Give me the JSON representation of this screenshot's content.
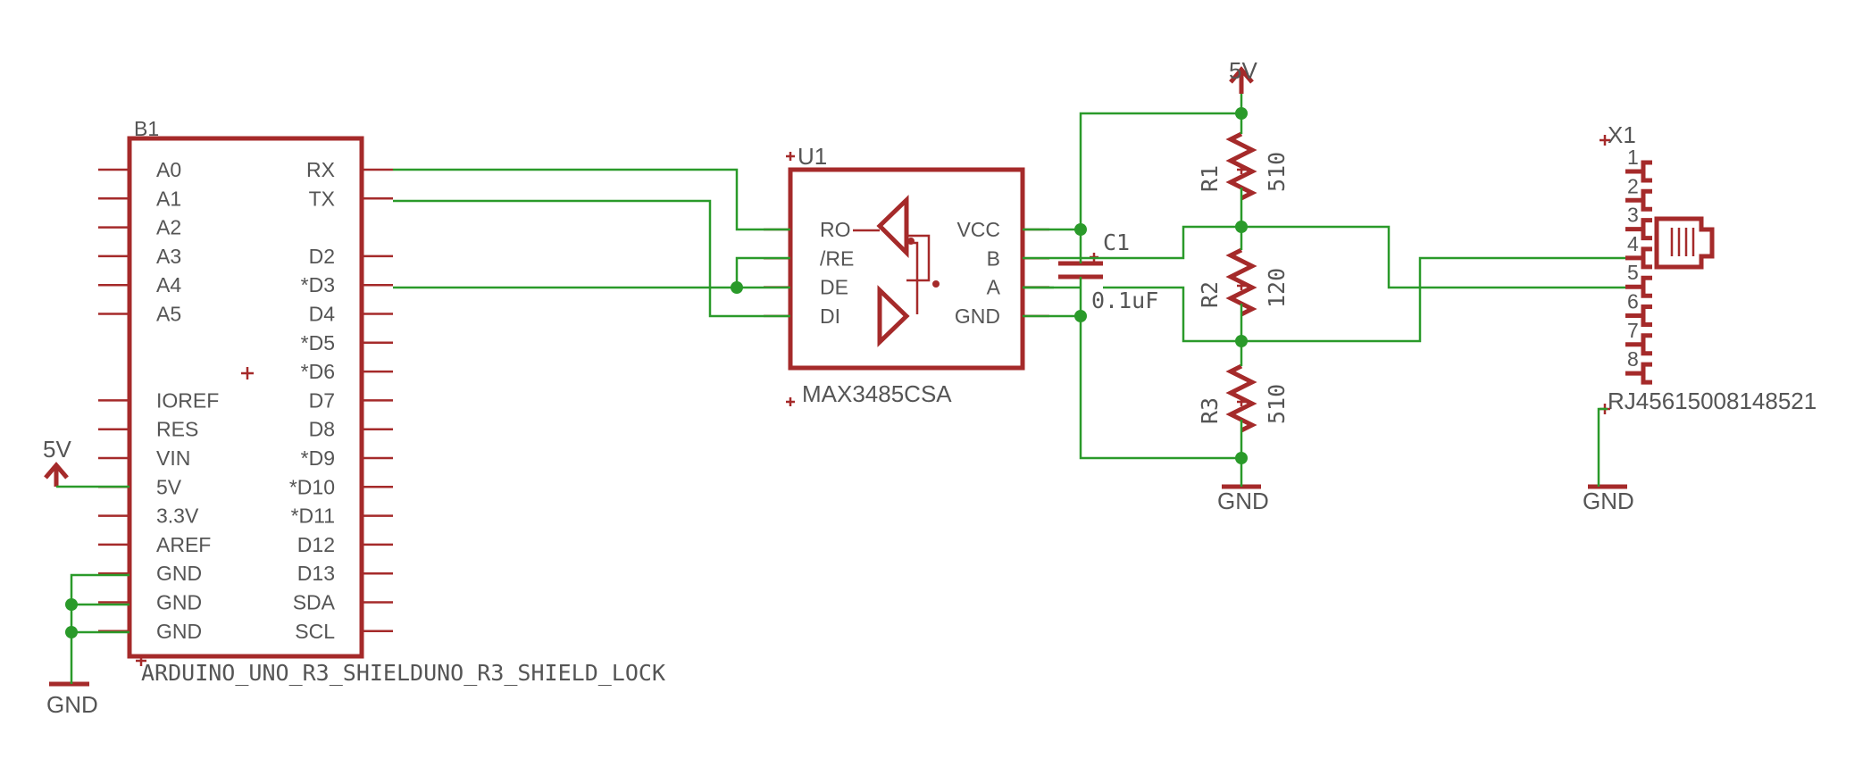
{
  "colors": {
    "part": "#a52a2a",
    "wire": "#2a9a2a",
    "label": "#555555",
    "background": "#ffffff"
  },
  "arduino": {
    "ref": "B1",
    "value": "ARDUINO_UNO_R3_SHIELDUNO_R3_SHIELD_LOCK",
    "left_pins": [
      "A0",
      "A1",
      "A2",
      "A3",
      "A4",
      "A5",
      "IOREF",
      "RES",
      "VIN",
      "5V",
      "3.3V",
      "AREF",
      "GND",
      "GND",
      "GND"
    ],
    "right_pins": [
      "RX",
      "TX",
      "D2",
      "*D3",
      "D4",
      "*D5",
      "*D6",
      "D7",
      "D8",
      "*D9",
      "*D10",
      "*D11",
      "D12",
      "D13",
      "SDA",
      "SCL"
    ]
  },
  "ic": {
    "ref": "U1",
    "value": "MAX3485CSA",
    "left_pins": [
      "RO",
      "/RE",
      "DE",
      "DI"
    ],
    "right_pins": [
      "VCC",
      "B",
      "A",
      "GND"
    ]
  },
  "capacitor": {
    "ref": "C1",
    "value": "0.1uF"
  },
  "resistors": [
    {
      "ref": "R1",
      "value": "510"
    },
    {
      "ref": "R2",
      "value": "120"
    },
    {
      "ref": "R3",
      "value": "510"
    }
  ],
  "connector": {
    "ref": "X1",
    "value": "RJ45615008148521",
    "pins": [
      "1",
      "2",
      "3",
      "4",
      "5",
      "6",
      "7",
      "8"
    ]
  },
  "power": {
    "vcc_label": "5V",
    "gnd_label": "GND"
  }
}
